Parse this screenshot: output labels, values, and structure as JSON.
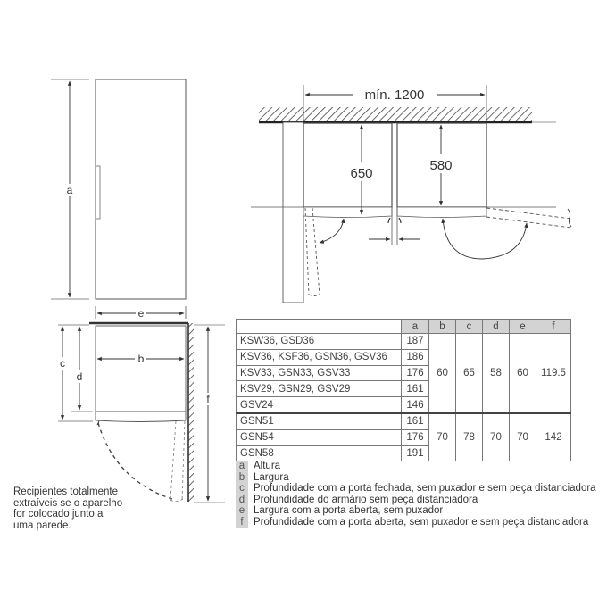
{
  "diagram": {
    "front_view": {
      "labels": {
        "height": "a",
        "open_width": "e"
      }
    },
    "top_view_single": {
      "labels": {
        "closed_depth": "c",
        "cabinet_depth": "d",
        "width": "b",
        "open_depth": "f"
      },
      "note": [
        "Recipientes totalmente",
        "extraíveis se o aparelho",
        "for colocado junto a",
        "uma parede."
      ]
    },
    "installation_view": {
      "min_width_label": "mín. 1200",
      "left_depth_label": "650",
      "right_depth_label": "580"
    }
  },
  "table": {
    "headers": [
      "",
      "a",
      "b",
      "c",
      "d",
      "e",
      "f"
    ],
    "group1": {
      "rows": [
        {
          "model": "KSW36, GSD36",
          "a": "187"
        },
        {
          "model": "KSV36, KSF36, GSN36, GSV36",
          "a": "186"
        },
        {
          "model": "KSV33, GSN33, GSV33",
          "a": "176"
        },
        {
          "model": "KSV29, GSN29, GSV29",
          "a": "161"
        },
        {
          "model": "GSV24",
          "a": "146"
        }
      ],
      "b": "60",
      "c": "65",
      "d": "58",
      "e": "60",
      "f": "119.5"
    },
    "group2": {
      "rows": [
        {
          "model": "GSN51",
          "a": "161"
        },
        {
          "model": "GSN54",
          "a": "176"
        },
        {
          "model": "GSN58",
          "a": "191"
        }
      ],
      "b": "70",
      "c": "78",
      "d": "70",
      "e": "70",
      "f": "142"
    }
  },
  "legend": [
    {
      "key": "a",
      "text": "Altura"
    },
    {
      "key": "b",
      "text": "Largura"
    },
    {
      "key": "c",
      "text": "Profundidade com a porta fechada, sem puxador e sem peça distanciadora"
    },
    {
      "key": "d",
      "text": "Profundidade do armário sem peça distanciadora"
    },
    {
      "key": "e",
      "text": "Largura com a porta aberta, sem puxador"
    },
    {
      "key": "f",
      "text": "Profundidade com a porta aberta, sem puxador e sem peça distanciadora"
    }
  ]
}
